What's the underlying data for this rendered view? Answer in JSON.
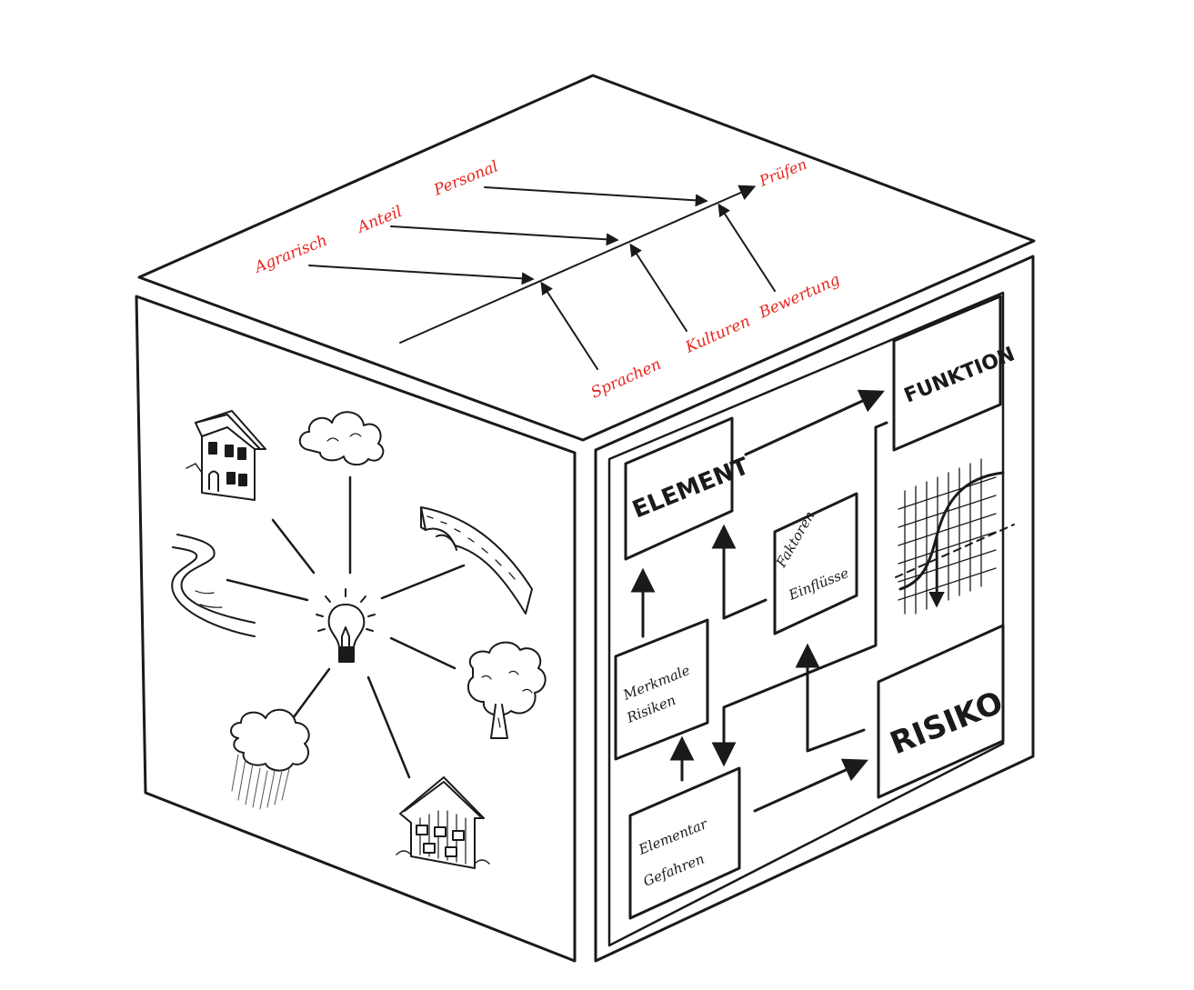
{
  "top_face": {
    "left_labels": [
      "Agrarisch",
      "Anteil",
      "Personal"
    ],
    "bottom_labels": [
      "Sprachen",
      "Kulturen",
      "Bewertung"
    ],
    "arrow_head_label": "Prüfen"
  },
  "left_face": {
    "center": "lightbulb-icon",
    "sketches": [
      "house-icon",
      "cloud-icon",
      "bridge-icon",
      "river-icon",
      "tree-icon",
      "rain-cloud-icon",
      "chalet-icon"
    ]
  },
  "right_face": {
    "boxes": {
      "element": "ELEMENT",
      "funktion": "FUNKTION",
      "risiko": "RISIKO",
      "faktoren": [
        "Faktoren",
        "Einflüsse"
      ],
      "merkmale": [
        "Merkmale",
        "Risiken"
      ],
      "elementar": [
        "Elementar",
        "Gefahren"
      ]
    },
    "chart_icon": "function-curve-icon"
  },
  "colors": {
    "ink": "#1a1a1a",
    "accent_red": "#e8261f",
    "background": "#ffffff"
  }
}
